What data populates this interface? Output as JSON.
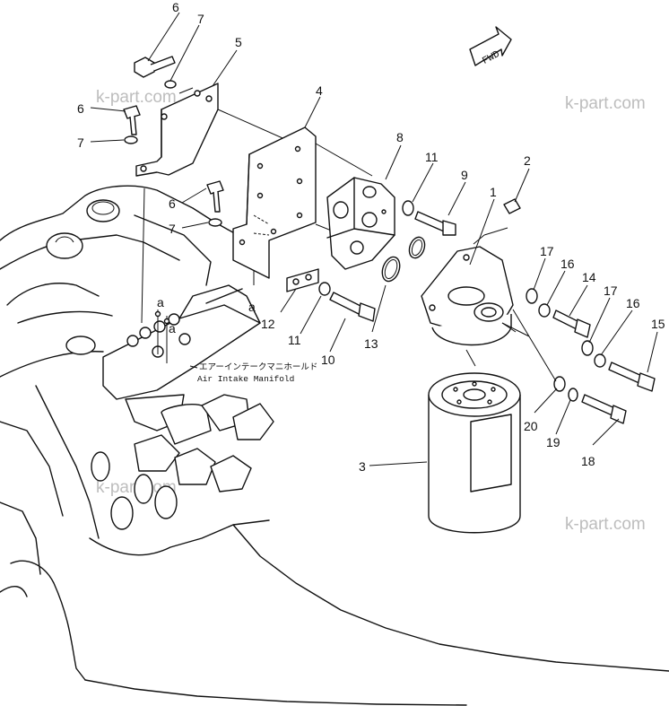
{
  "watermark": "k-part.com",
  "fwd_label": "FWD",
  "manifold": {
    "jp": "エアーインテークマニホールド",
    "en": "Air Intake Manifold"
  },
  "ref_mark": "a",
  "callouts": {
    "c1": "1",
    "c2": "2",
    "c3": "3",
    "c4": "4",
    "c5": "5",
    "c6a": "6",
    "c6b": "6",
    "c6c": "6",
    "c7a": "7",
    "c7b": "7",
    "c7c": "7",
    "c8": "8",
    "c9": "9",
    "c10": "10",
    "c11a": "11",
    "c11b": "11",
    "c12": "12",
    "c13": "13",
    "c14": "14",
    "c15": "15",
    "c16a": "16",
    "c16b": "16",
    "c17a": "17",
    "c17b": "17",
    "c18": "18",
    "c19": "19",
    "c20": "20"
  }
}
